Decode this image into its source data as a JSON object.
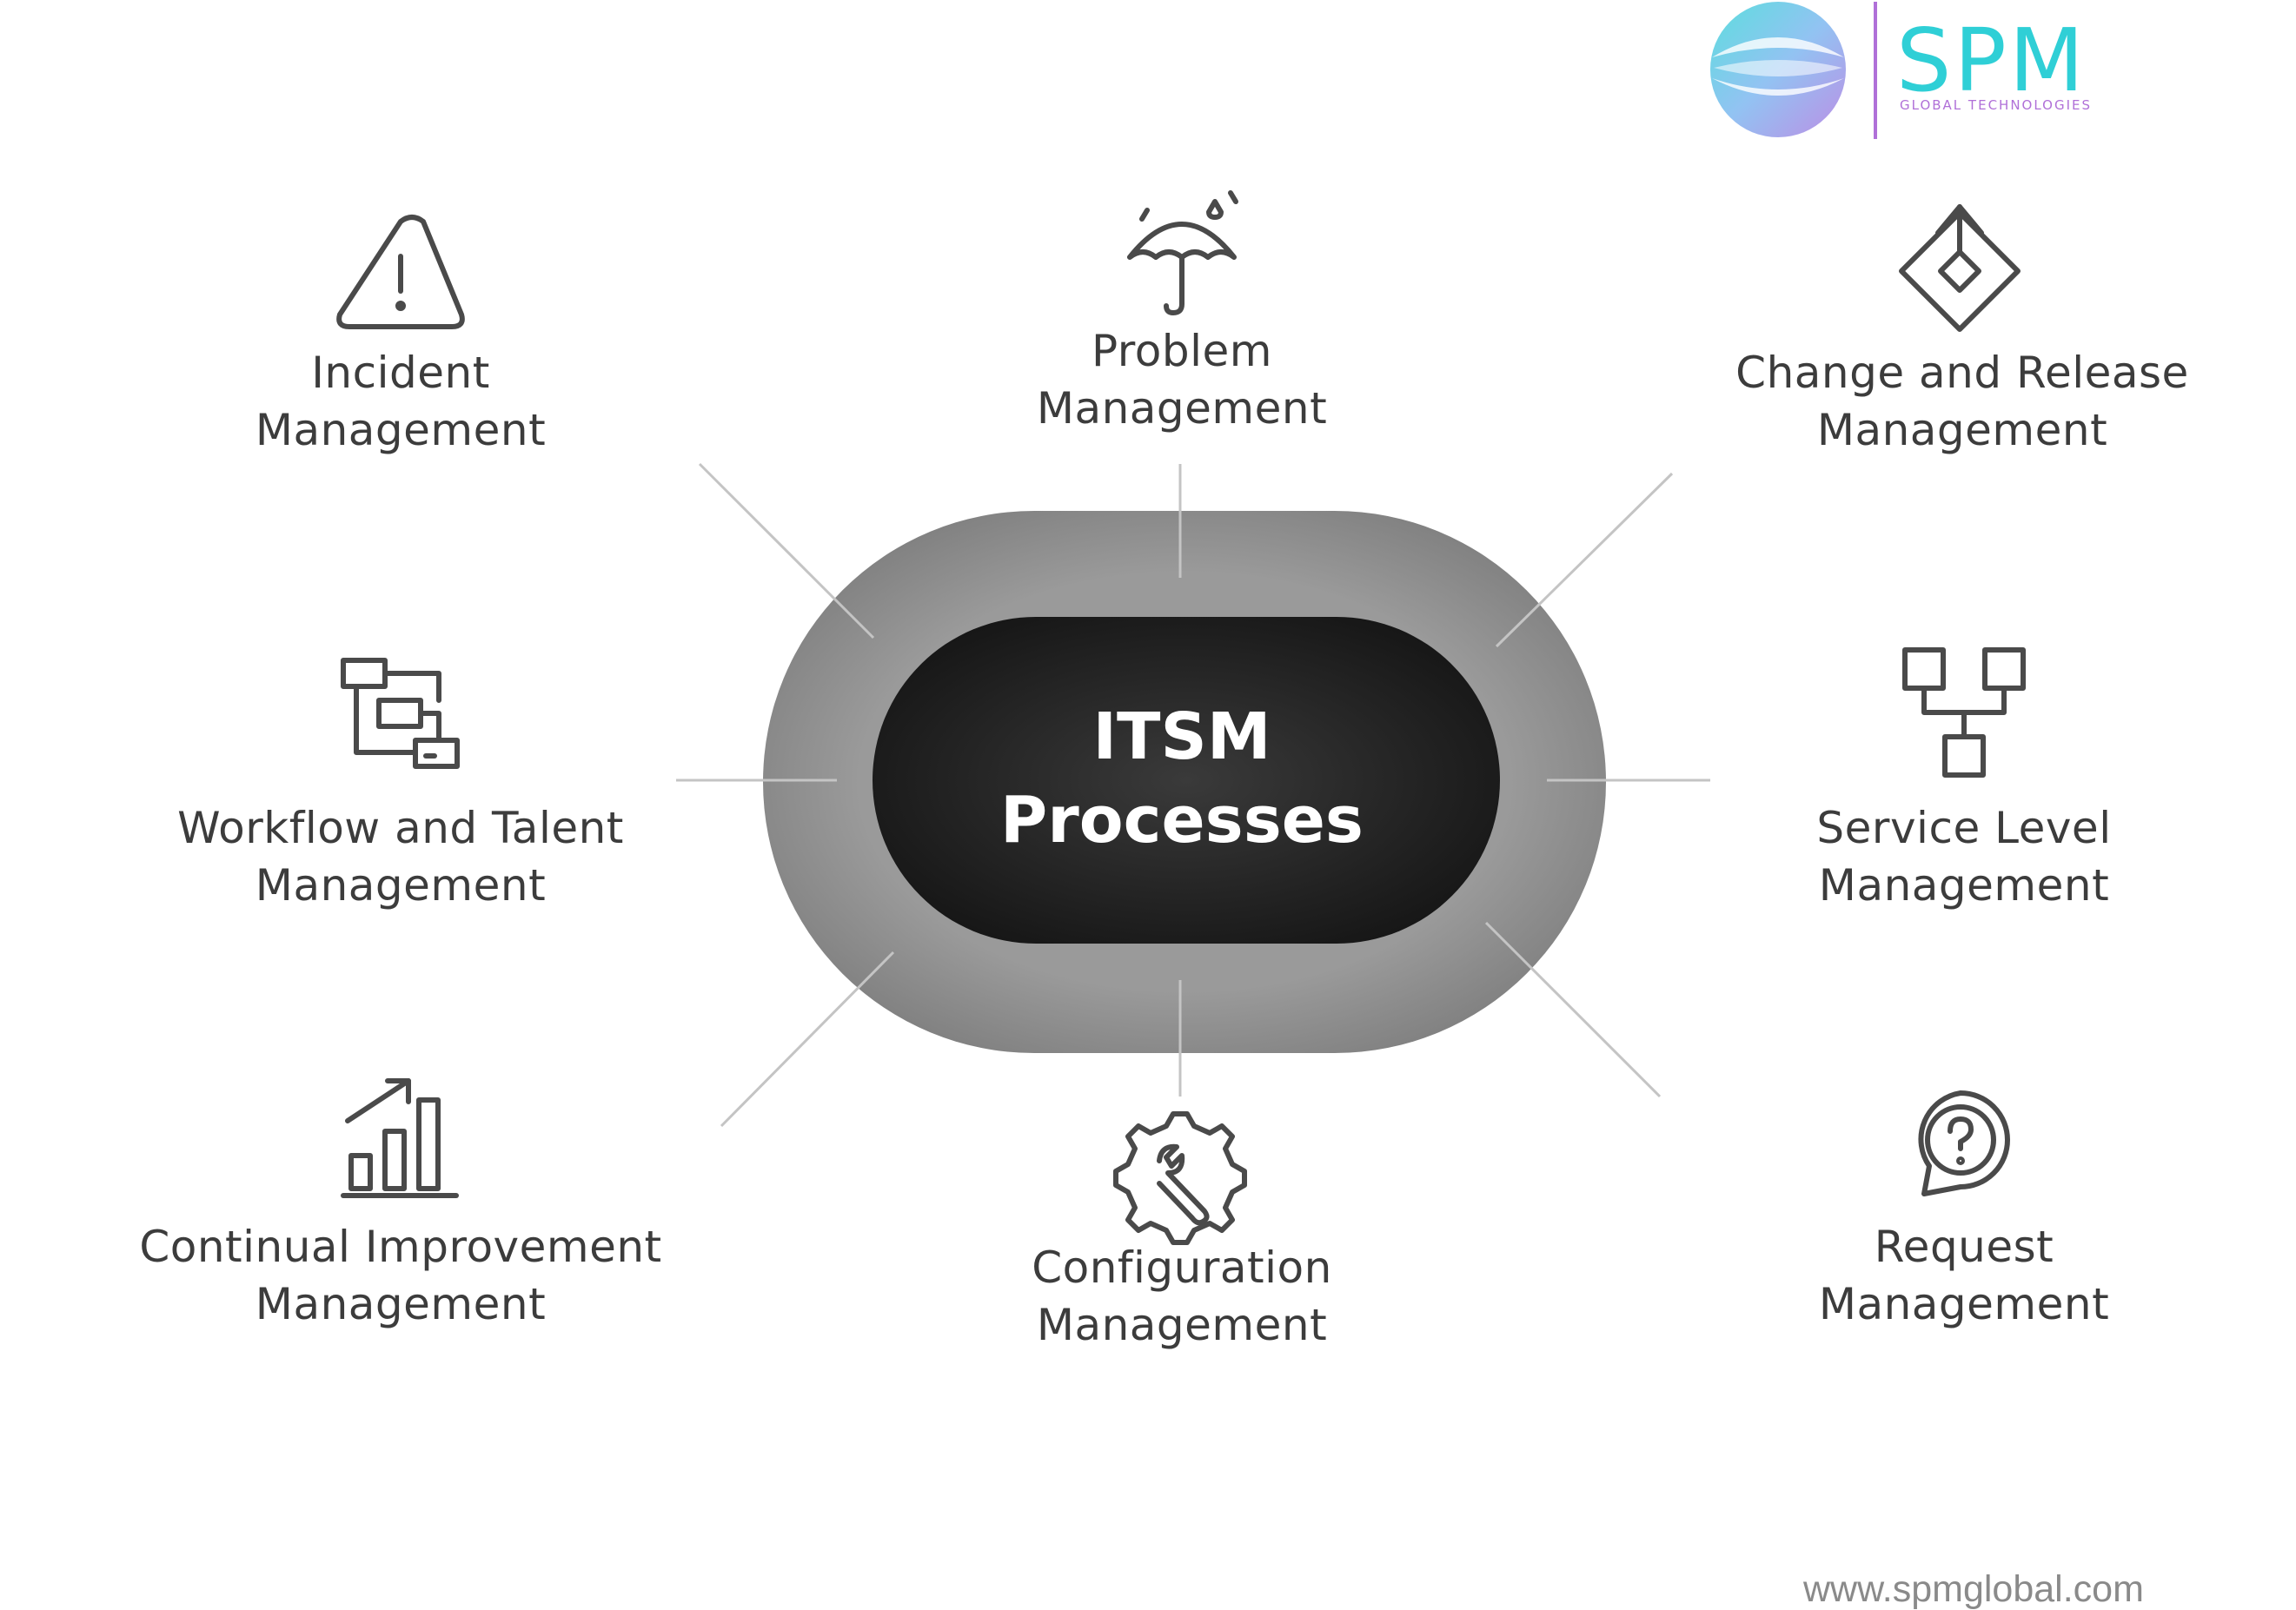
{
  "center": {
    "line1": "ITSM",
    "line2": "Processes"
  },
  "processes": [
    {
      "id": "incident",
      "icon": "warning-triangle-icon",
      "lines": [
        "Incident",
        "Management"
      ]
    },
    {
      "id": "problem",
      "icon": "umbrella-rain-icon",
      "lines": [
        "Problem",
        "Management"
      ]
    },
    {
      "id": "change-release",
      "icon": "diamond-arrow-up-icon",
      "lines": [
        "Change and Release",
        "Management"
      ]
    },
    {
      "id": "workflow-talent",
      "icon": "workflow-boxes-icon",
      "lines": [
        "Workflow and Talent",
        "Management"
      ]
    },
    {
      "id": "service-level",
      "icon": "hierarchy-tree-icon",
      "lines": [
        "Service Level",
        "Management"
      ]
    },
    {
      "id": "continual-improvement",
      "icon": "bar-chart-growth-icon",
      "lines": [
        "Continual Improvement",
        "Management"
      ]
    },
    {
      "id": "configuration",
      "icon": "gear-wrench-icon",
      "lines": [
        "Configuration",
        "Management"
      ]
    },
    {
      "id": "request",
      "icon": "question-chat-bubble-icon",
      "lines": [
        "Request",
        "Management"
      ]
    }
  ],
  "logo": {
    "name": "SPM",
    "tagline": "GLOBAL TECHNOLOGIES"
  },
  "website": "www.spmglobal.com",
  "colors": {
    "outer_ring": "#8c8c8c",
    "inner_core": "#1f1f1f",
    "connector": "#c4c4c4",
    "icon_stroke": "#4a4a4a",
    "label_text": "#3c3c3c",
    "logo_cyan": "#2fcfd6",
    "logo_purple": "#b070d8"
  }
}
